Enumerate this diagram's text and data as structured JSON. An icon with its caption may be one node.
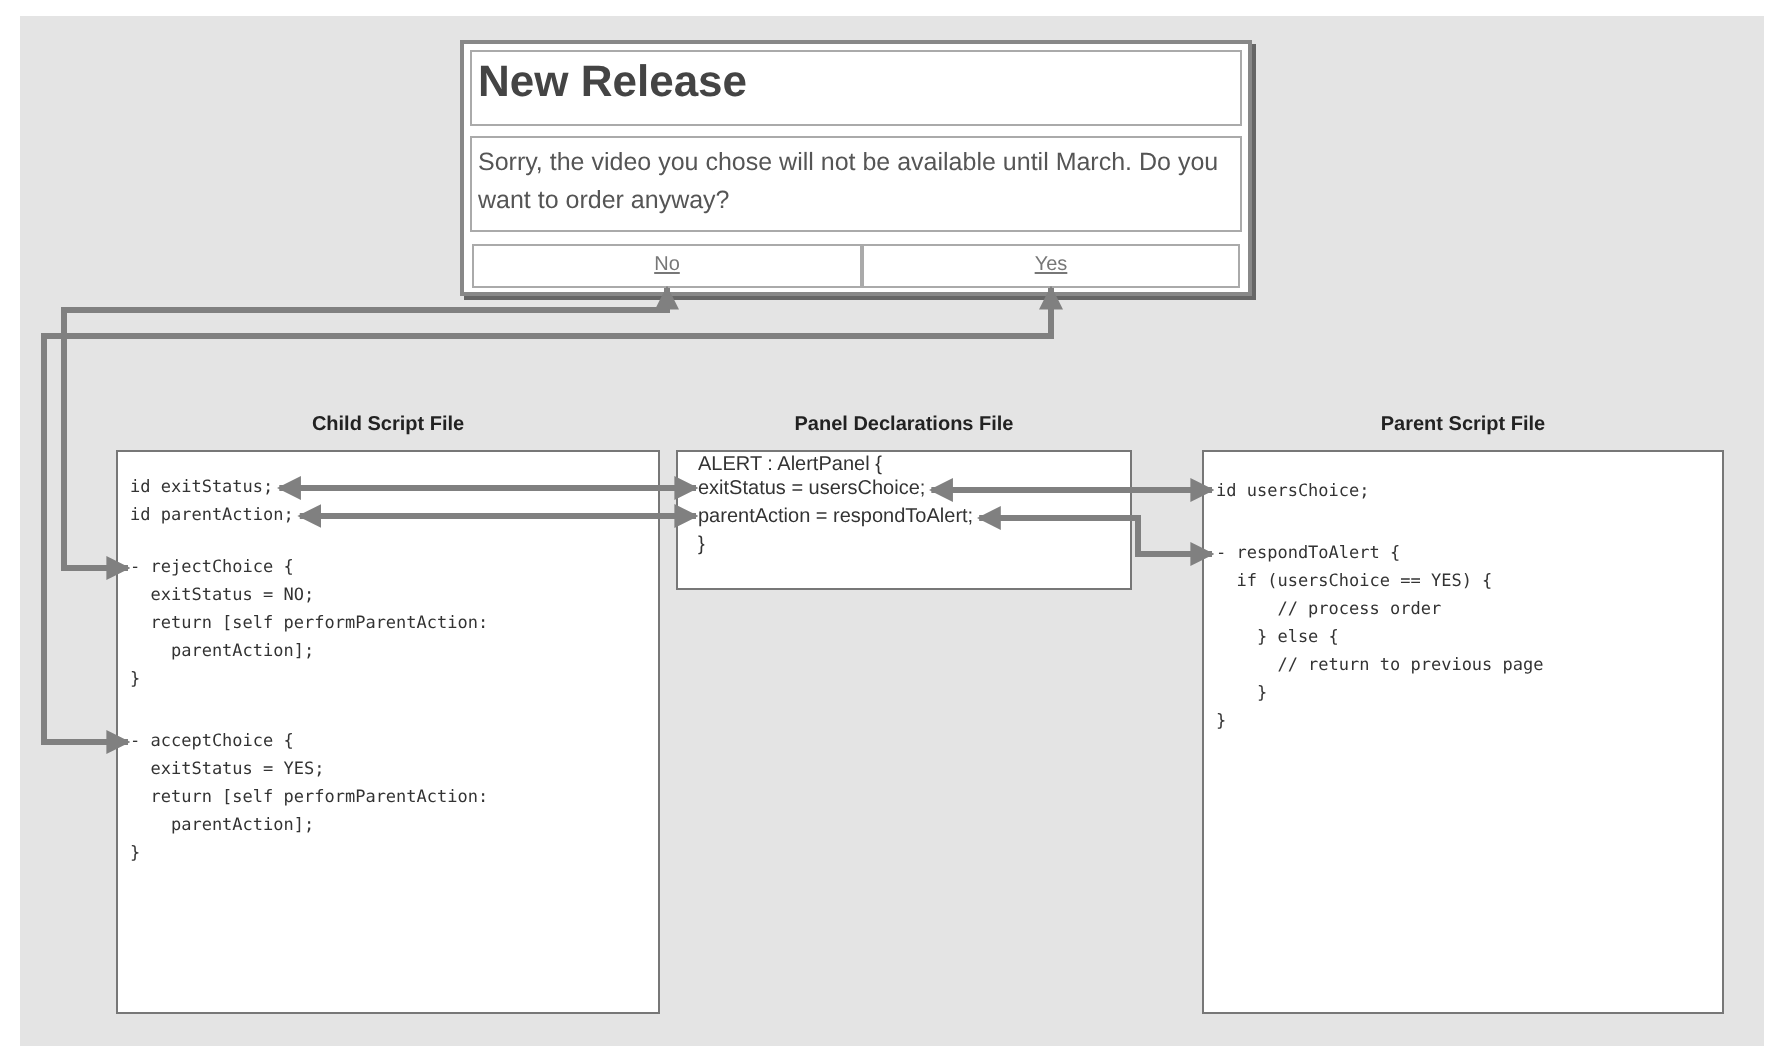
{
  "diagram": {
    "nodes": [
      {
        "text": [
          "New Release",
          "Sorry, the video you chose will not be available until March. Do you want to order anyway?"
        ]
      },
      {
        "text": [
          "No"
        ],
        "in": 0
      },
      {
        "text": [
          "Yes"
        ],
        "in": 0
      },
      {
        "text": [
          "Child Script File"
        ]
      },
      {
        "text": [
          "id exitStatus;"
        ],
        "in": 3
      },
      {
        "text": [
          "id parentAction;"
        ],
        "in": 3
      },
      {
        "text": [
          "- rejectChoice {",
          "exitStatus = NO;",
          "return [self performParentAction: parentAction];",
          "}"
        ],
        "in": 3
      },
      {
        "text": [
          "- acceptChoice {",
          "exitStatus = YES;",
          "return [self performParentAction: parentAction];",
          "}"
        ],
        "in": 3
      },
      {
        "text": [
          "Panel Declarations File"
        ]
      },
      {
        "text": [
          "exitStatus = usersChoice;"
        ],
        "in": 8
      },
      {
        "text": [
          "parentAction = respondToAlert;"
        ],
        "in": 8
      },
      {
        "text": [
          "Parent Script File"
        ]
      },
      {
        "text": [
          "id usersChoice;"
        ],
        "in": 11
      },
      {
        "text": [
          "- respondToAlert {",
          "if (usersChoice == YES) {",
          "// process order",
          "} else {",
          "// return to previous page",
          "}",
          "}"
        ],
        "in": 11
      }
    ],
    "edges": [
      {
        "from": 1,
        "to": 6,
        "arrow": "both"
      },
      {
        "from": 2,
        "to": 7,
        "arrow": "both"
      },
      {
        "from": 4,
        "to": 9,
        "arrow": "both"
      },
      {
        "from": 5,
        "to": 10,
        "arrow": "both"
      },
      {
        "from": 9,
        "to": 12,
        "arrow": "both"
      },
      {
        "from": 10,
        "to": 13,
        "arrow": "both"
      }
    ],
    "labels": [
      "ALERT : AlertPanel {",
      "}"
    ]
  }
}
